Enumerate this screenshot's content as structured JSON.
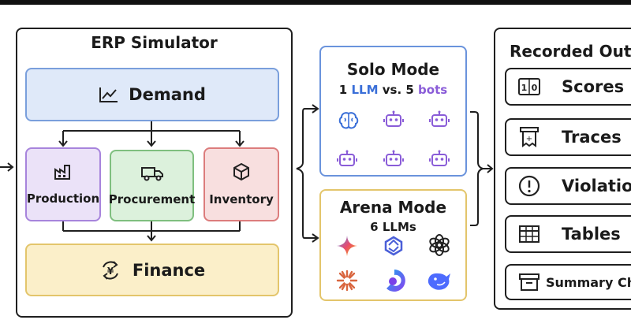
{
  "erp": {
    "title": "ERP Simulator",
    "demand": "Demand",
    "production": "Production",
    "procurement": "Procurement",
    "inventory": "Inventory",
    "finance": "Finance"
  },
  "solo": {
    "title": "Solo Mode",
    "sub_prefix": "1 ",
    "sub_llm": "LLM",
    "sub_mid": " vs. 5 ",
    "sub_bots": "bots"
  },
  "arena": {
    "title": "Arena Mode",
    "sub": "6 LLMs"
  },
  "outputs": {
    "title": "Recorded Outp",
    "items": [
      "Scores",
      "Traces",
      "Violatio",
      "Tables",
      "Summary Ch"
    ],
    "score_icon_text": "1 0"
  },
  "colors": {
    "demand": "#dfe9f9",
    "production": "#ebe2f8",
    "procurement": "#dcf1dc",
    "inventory": "#f8dfdf",
    "finance": "#fbefc9",
    "llm_blue": "#3a6fd8",
    "bot_purple": "#8a5cd8"
  }
}
